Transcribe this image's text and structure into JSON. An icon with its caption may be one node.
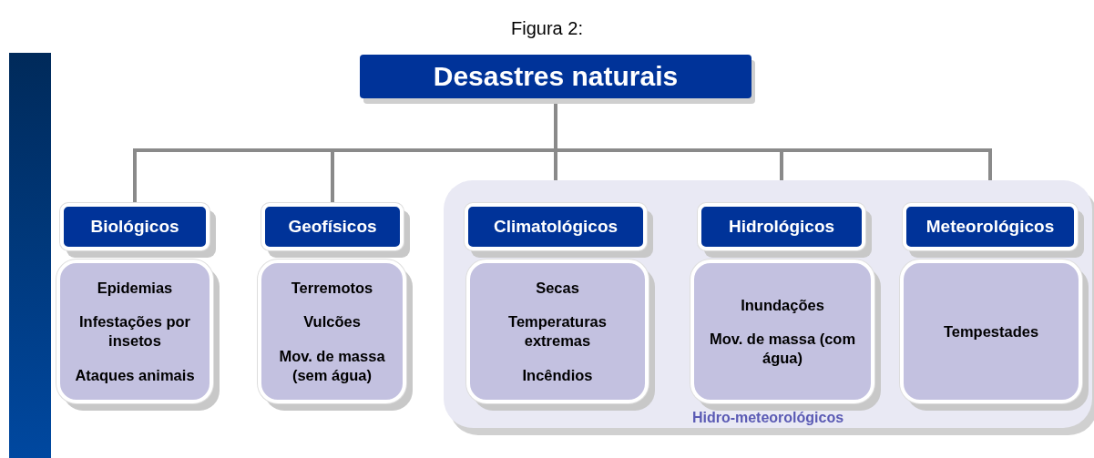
{
  "diagram": {
    "title": "Figura 2:",
    "nodes": [
      {
        "text": [
          "Desastres naturais"
        ]
      },
      {
        "text": [
          "Biológicos"
        ]
      },
      {
        "text": [
          "Epidemias",
          "Infestações por insetos",
          "Ataques animais"
        ]
      },
      {
        "text": [
          "Geofísicos"
        ]
      },
      {
        "text": [
          "Terremotos",
          "Vulcões",
          "Mov. de massa (sem água)"
        ]
      },
      {
        "text": [
          "Hidro-meteorológicos"
        ]
      },
      {
        "text": [
          "Climatológicos"
        ],
        "in": 5
      },
      {
        "text": [
          "Secas",
          "Temperaturas extremas",
          "Incêndios"
        ],
        "in": 5
      },
      {
        "text": [
          "Hidrológicos"
        ],
        "in": 5
      },
      {
        "text": [
          "Inundações",
          "Mov. de massa (com água)"
        ],
        "in": 5
      },
      {
        "text": [
          "Meteorológicos"
        ],
        "in": 5
      },
      {
        "text": [
          "Tempestades"
        ],
        "in": 5
      },
      {
        "text": [],
        "shape": "bar"
      }
    ],
    "edges": [
      {
        "from": 0,
        "to": 1,
        "arrow": "none"
      },
      {
        "from": 0,
        "to": 3,
        "arrow": "none"
      },
      {
        "from": 0,
        "to": 6,
        "arrow": "none"
      },
      {
        "from": 0,
        "to": 8,
        "arrow": "none"
      },
      {
        "from": 0,
        "to": 10,
        "arrow": "none"
      }
    ]
  }
}
